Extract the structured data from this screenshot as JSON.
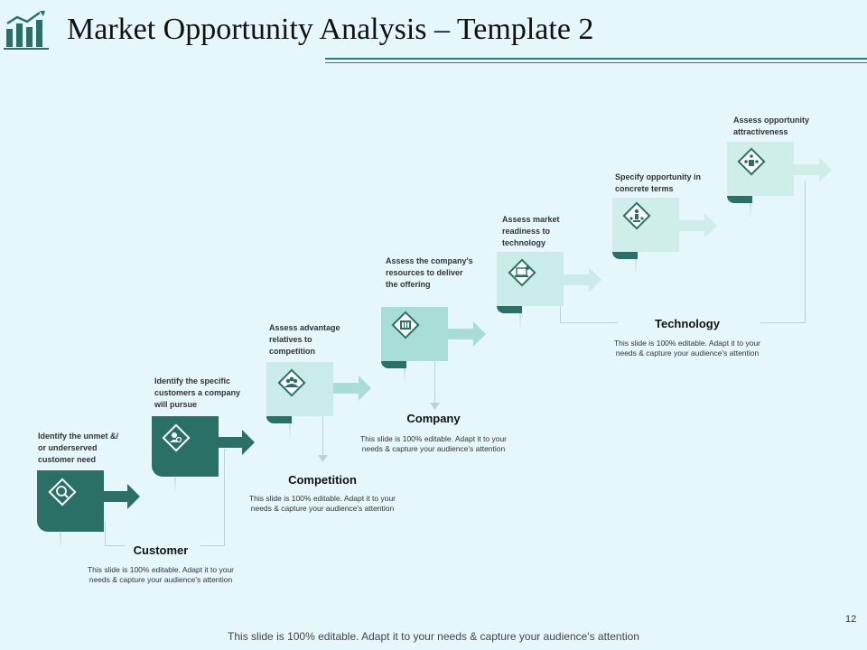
{
  "header": {
    "title": "Market Opportunity Analysis – Template 2"
  },
  "colors": {
    "dark": "#2a7067",
    "mid": "#a8ddd7",
    "light": "#c9ece8",
    "lightest": "#cfeeea",
    "background": "#e6f7fc"
  },
  "steps": [
    {
      "description": "Identify the unmet &/ or underserved customer need",
      "icon": "search-person-icon"
    },
    {
      "description": "Identify the specific customers a company will pursue",
      "icon": "user-search-icon"
    },
    {
      "description": "Assess advantage relatives to competition",
      "icon": "group-icon"
    },
    {
      "description": "Assess the company's resources to deliver the offering",
      "icon": "building-icon"
    },
    {
      "description": "Assess market readiness to technology",
      "icon": "laptop-icon"
    },
    {
      "description": "Specify opportunity in concrete terms",
      "icon": "presenter-icon"
    },
    {
      "description": "Assess opportunity attractiveness",
      "icon": "network-icon"
    }
  ],
  "categories": [
    {
      "title": "Customer",
      "description": "This slide is 100% editable. Adapt it to your needs & capture your audience's attention"
    },
    {
      "title": "Competition",
      "description": "This slide is 100% editable. Adapt it to your needs & capture your audience's attention"
    },
    {
      "title": "Company",
      "description": "This slide is 100% editable. Adapt it to your needs & capture your audience's attention"
    },
    {
      "title": "Technology",
      "description": "This slide is 100% editable. Adapt it to your needs & capture your audience's attention"
    }
  ],
  "footer": {
    "text": "This slide is 100% editable. Adapt it to your needs & capture your audience's attention",
    "page_number": "12"
  }
}
